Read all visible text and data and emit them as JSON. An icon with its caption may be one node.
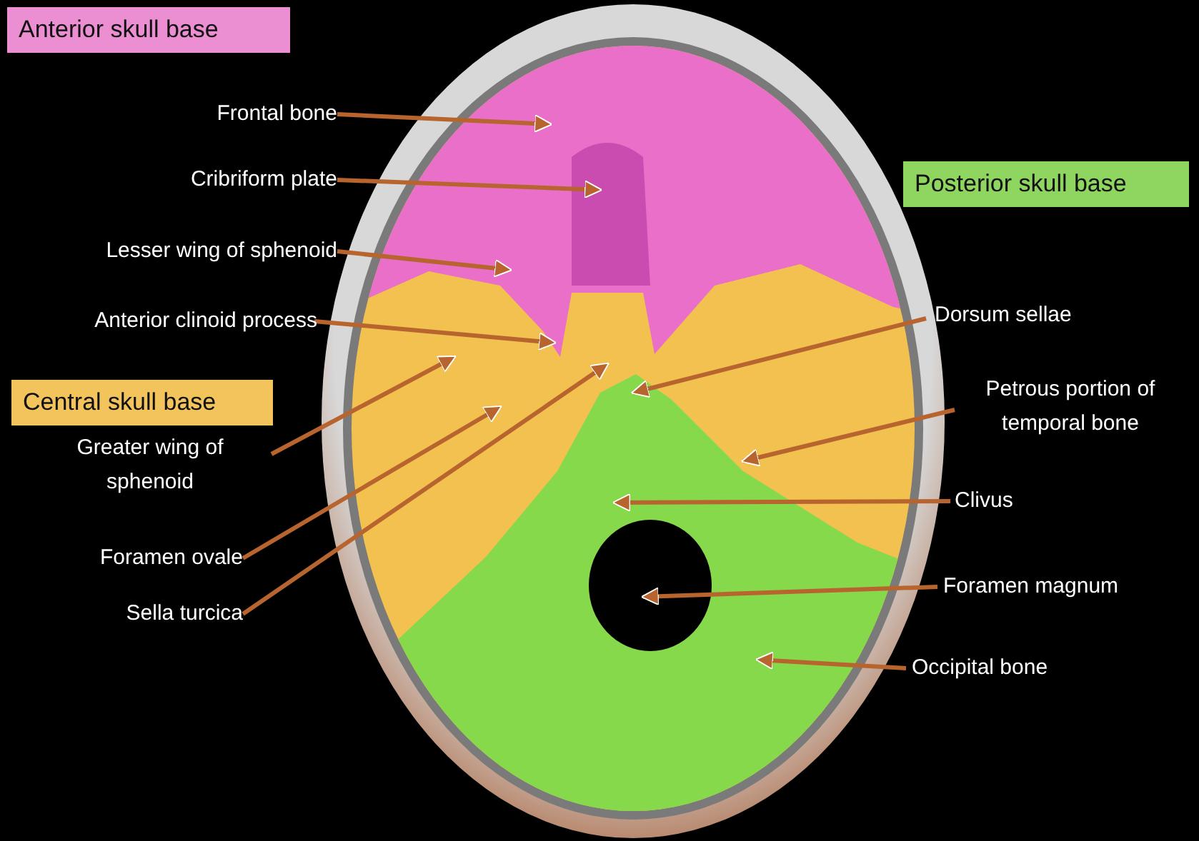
{
  "diagram": {
    "nodes": [
      {
        "text": [
          "Anterior skull base"
        ]
      },
      {
        "text": [
          "Central skull base"
        ]
      },
      {
        "text": [
          "Posterior skull base"
        ]
      },
      {
        "text": [
          "Frontal bone"
        ]
      },
      {
        "text": [
          "Cribriform plate"
        ]
      },
      {
        "text": [
          "Lesser wing of sphenoid"
        ]
      },
      {
        "text": [
          "Anterior clinoid process"
        ]
      },
      {
        "text": [
          "Greater wing of sphenoid"
        ]
      },
      {
        "text": [
          "Foramen ovale"
        ]
      },
      {
        "text": [
          "Sella turcica"
        ]
      },
      {
        "text": [
          "Dorsum sellae"
        ]
      },
      {
        "text": [
          "Petrous portion of temporal bone"
        ]
      },
      {
        "text": [
          "Clivus"
        ]
      },
      {
        "text": [
          "Foramen magnum"
        ]
      },
      {
        "text": [
          "Occipital bone"
        ]
      }
    ],
    "edges": [
      {
        "from": 3,
        "to": null,
        "arrow": "to"
      },
      {
        "from": 4,
        "to": null,
        "arrow": "to"
      },
      {
        "from": 5,
        "to": null,
        "arrow": "to"
      },
      {
        "from": 6,
        "to": null,
        "arrow": "to"
      },
      {
        "from": 7,
        "to": null,
        "arrow": "to"
      },
      {
        "from": 8,
        "to": null,
        "arrow": "to"
      },
      {
        "from": 9,
        "to": null,
        "arrow": "to"
      },
      {
        "from": 10,
        "to": null,
        "arrow": "to"
      },
      {
        "from": 11,
        "to": null,
        "arrow": "to"
      },
      {
        "from": 12,
        "to": null,
        "arrow": "to"
      },
      {
        "from": 13,
        "to": null,
        "arrow": "to"
      },
      {
        "from": 14,
        "to": null,
        "arrow": "to"
      }
    ]
  }
}
